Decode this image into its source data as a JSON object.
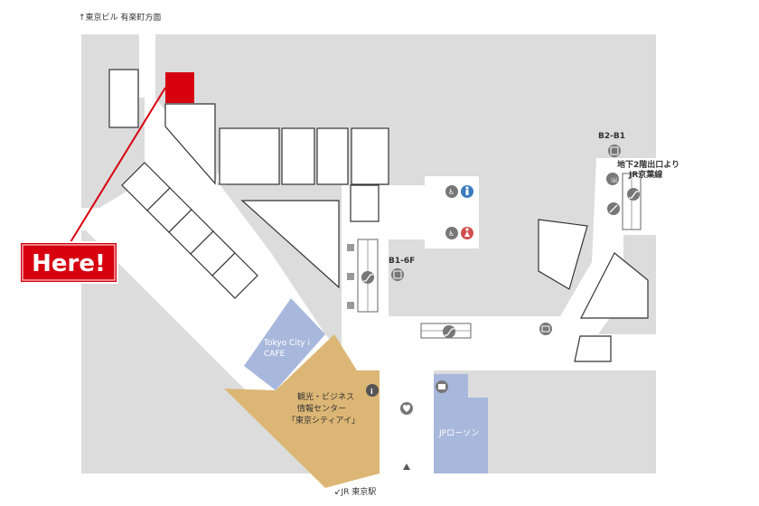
{
  "labels": {
    "top_direction": "↑東京ビル 有楽町方面",
    "bottom_direction": "↙JR 東京駅",
    "here": "Here!",
    "b2b1": "B2-B1",
    "b1_6f": "B1-6F",
    "keiyo_line_1": "地下2階出口より",
    "keiyo_line_2": "JR京葉線",
    "cafe_1": "Tokyo City i",
    "cafe_2": "CAFE",
    "info_1": "観光・ビジネス",
    "info_2": "情報センター",
    "info_3": "「東京シティアイ」",
    "lawson": "JPローソン"
  },
  "icons": {
    "elevator": "elevator-icon",
    "escalator": "escalator-icon",
    "wheelchair_restroom": "wheelchair-icon",
    "restroom_male": "male-restroom-icon",
    "restroom_female": "female-restroom-icon",
    "information": "information-icon",
    "phone": "phone-icon",
    "atm": "atm-icon",
    "coin_locker": "locker-icon",
    "aed": "aed-icon"
  },
  "colors": {
    "floor": "#dcdcdc",
    "corridor": "#ffffff",
    "store_outline": "#333333",
    "here_red": "#d7000f",
    "cafe_blue": "#a8b8dc",
    "info_orange": "#dcb675",
    "lawson_blue": "#a8b8dc",
    "icon_gray": "#777777"
  }
}
